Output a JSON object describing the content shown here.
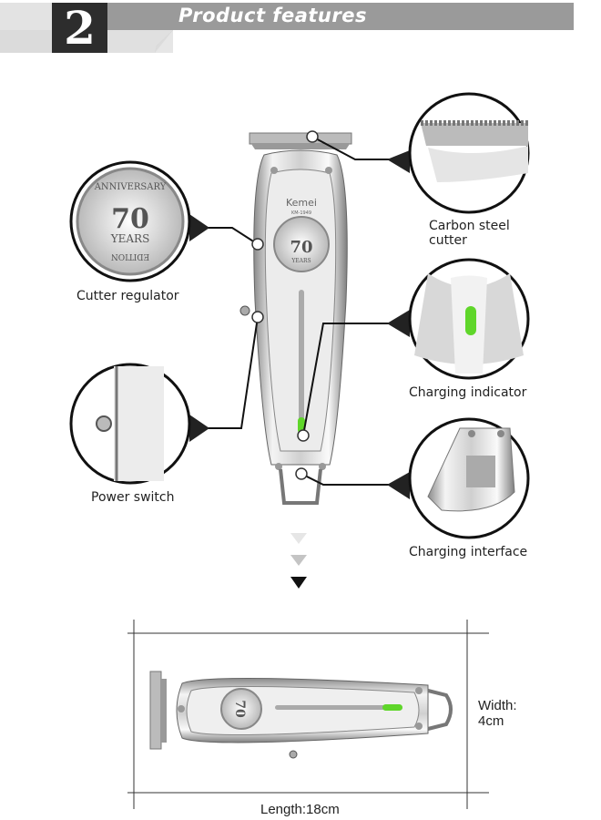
{
  "header": {
    "number": "2",
    "title": "Product features"
  },
  "product": {
    "brand": "Kemei",
    "model": "KM-1949",
    "badge_top": "ANNIVERSARY",
    "badge_number": "70",
    "badge_middle": "YEARS",
    "badge_bottom": "EDITION"
  },
  "features": [
    {
      "label_line1": "Carbon steel",
      "label_line2": "cutter"
    },
    {
      "label": "Cutter regulator"
    },
    {
      "label": "Charging indicator"
    },
    {
      "label": "Power switch"
    },
    {
      "label": "Charging interface"
    }
  ],
  "dimensions": {
    "width_line1": "Width:",
    "width_line2": "4cm",
    "length": "Length:18cm"
  },
  "colors": {
    "indicator_green": "#5fd62a",
    "header_dark": "#2d2d2d",
    "header_gray": "#9a9a9a"
  }
}
